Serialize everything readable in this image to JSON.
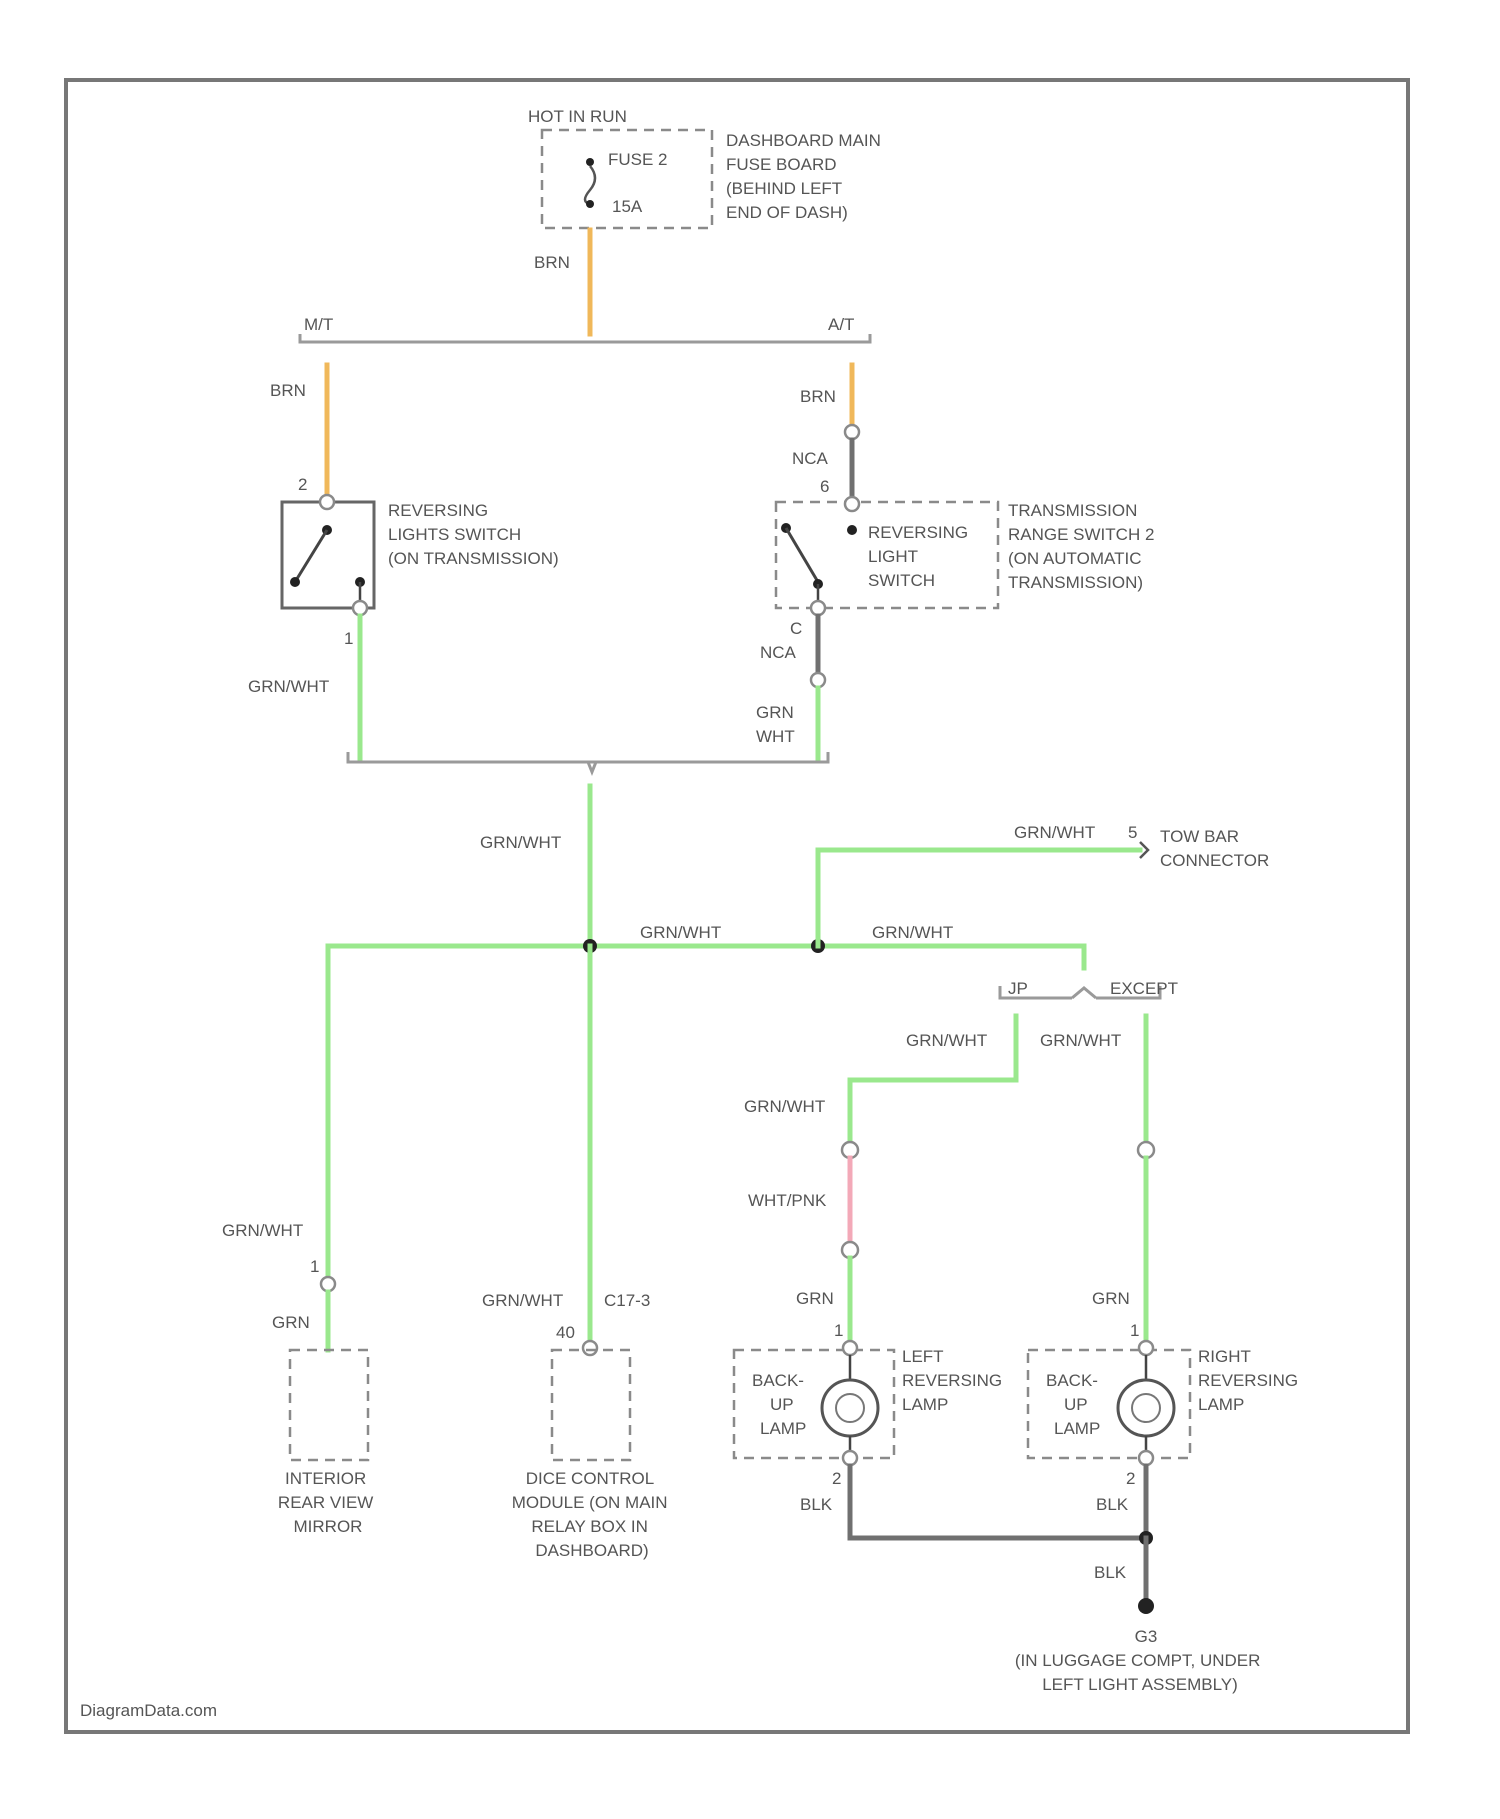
{
  "colors": {
    "brn": "#f0b85a",
    "grn_wht": "#9ae88d",
    "wht_pnk": "#f3a9b8",
    "blk": "#707070",
    "nca": "#707070",
    "frame": "#777777"
  },
  "fuse": {
    "hot_label": "HOT IN RUN",
    "fuse_name": "FUSE 2",
    "fuse_rating": "15A",
    "location": [
      "DASHBOARD MAIN",
      "FUSE BOARD",
      "(BEHIND LEFT",
      "END OF DASH)"
    ]
  },
  "branches": {
    "mt": "M/T",
    "at": "A/T",
    "jp": "JP",
    "except": "EXCEPT"
  },
  "wires": {
    "brn": "BRN",
    "nca": "NCA",
    "grn_wht": "GRN/WHT",
    "grn": "GRN",
    "wht": "WHT",
    "wht_pnk": "WHT/PNK",
    "blk": "BLK"
  },
  "pins": {
    "mt_top": "2",
    "mt_bottom": "1",
    "at_top": "6",
    "at_bottom": "C",
    "tow": "5",
    "mirror": "1",
    "dice": "40",
    "lamp_l_top": "1",
    "lamp_l_bottom": "2",
    "lamp_r_top": "1",
    "lamp_r_bottom": "2"
  },
  "components": {
    "mt_switch": [
      "REVERSING",
      "LIGHTS SWITCH",
      "(ON TRANSMISSION)"
    ],
    "at_switch_inner": [
      "REVERSING",
      "LIGHT",
      "SWITCH"
    ],
    "at_switch": [
      "TRANSMISSION",
      "RANGE SWITCH 2",
      "(ON AUTOMATIC",
      "TRANSMISSION)"
    ],
    "tow_bar": [
      "TOW BAR",
      "CONNECTOR"
    ],
    "mirror": [
      "INTERIOR",
      "REAR VIEW",
      "MIRROR"
    ],
    "dice_connector": "C17-3",
    "dice": [
      "DICE CONTROL",
      "MODULE (ON MAIN",
      "RELAY BOX IN",
      "DASHBOARD)"
    ],
    "lamp_inner": [
      "BACK-",
      "UP",
      "LAMP"
    ],
    "left_lamp": [
      "LEFT",
      "REVERSING",
      "LAMP"
    ],
    "right_lamp": [
      "RIGHT",
      "REVERSING",
      "LAMP"
    ],
    "ground_id": "G3",
    "ground_location": [
      "(IN LUGGAGE COMPT, UNDER",
      "LEFT LIGHT ASSEMBLY)"
    ]
  },
  "watermark": "DiagramData.com"
}
